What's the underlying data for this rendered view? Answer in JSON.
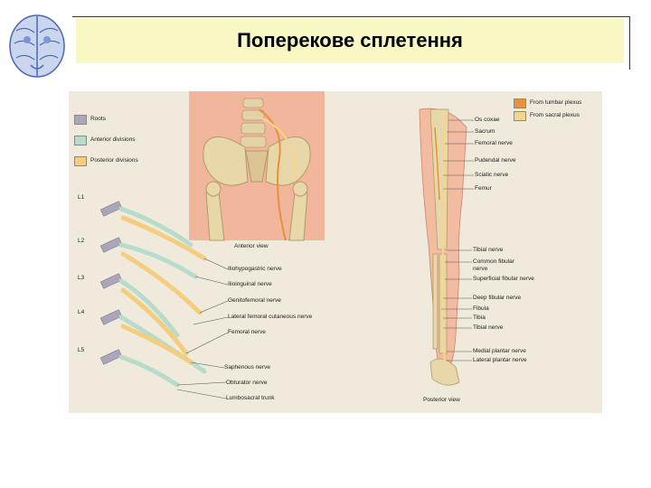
{
  "title": "Поперекове сплетення",
  "figure": {
    "legend_left": [
      {
        "label": "Roots",
        "color": "#a9a7b9"
      },
      {
        "label": "Anterior divisions",
        "color": "#b8dccb"
      },
      {
        "label": "Posterior divisions",
        "color": "#f4cd7e"
      }
    ],
    "legend_right": [
      {
        "label": "From lumbar plexus",
        "color": "#e8923a"
      },
      {
        "label": "From sacral plexus",
        "color": "#f6d68a"
      }
    ],
    "roots": [
      "L1",
      "L2",
      "L3",
      "L4",
      "L5"
    ],
    "anterior_view_label": "Anterior view",
    "posterior_view_label": "Posterior view",
    "plexus_labels": [
      "Iliohypogastric nerve",
      "Ilioinguinal nerve",
      "Genitofemoral nerve",
      "Lateral femoral cutaneous nerve",
      "Femoral nerve",
      "Saphenous nerve",
      "Obturator nerve",
      "Lumbosacral trunk"
    ],
    "leg_labels_top": [
      "Os coxae",
      "Sacrum",
      "Femoral nerve",
      "Pudendal nerve",
      "Sciatic nerve",
      "Femur"
    ],
    "leg_labels_mid": [
      "Tibial nerve",
      "Common fibular nerve",
      "Superficial fibular nerve",
      "Deep fibular nerve",
      "Fibula",
      "Tibia",
      "Tibial nerve"
    ],
    "leg_labels_bottom": [
      "Medial plantar nerve",
      "Lateral plantar nerve"
    ]
  }
}
